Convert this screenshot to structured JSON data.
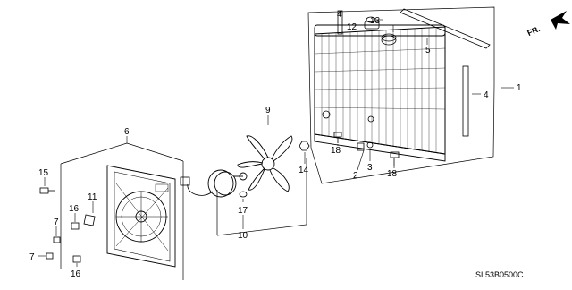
{
  "diagram": {
    "drawing_code": "SL53B0500C",
    "direction_label": "FR.",
    "callouts": {
      "c1": "1",
      "c2": "2",
      "c3": "3",
      "c4a": "4",
      "c4b": "4",
      "c5": "5",
      "c6": "6",
      "c7a": "7",
      "c7b": "7",
      "c9": "9",
      "c10": "10",
      "c11": "11",
      "c12": "12",
      "c13": "13",
      "c14": "14",
      "c15": "15",
      "c16a": "16",
      "c16b": "16",
      "c17": "17",
      "c18a": "18",
      "c18b": "18"
    },
    "line_color": "#000000",
    "background": "#ffffff"
  }
}
